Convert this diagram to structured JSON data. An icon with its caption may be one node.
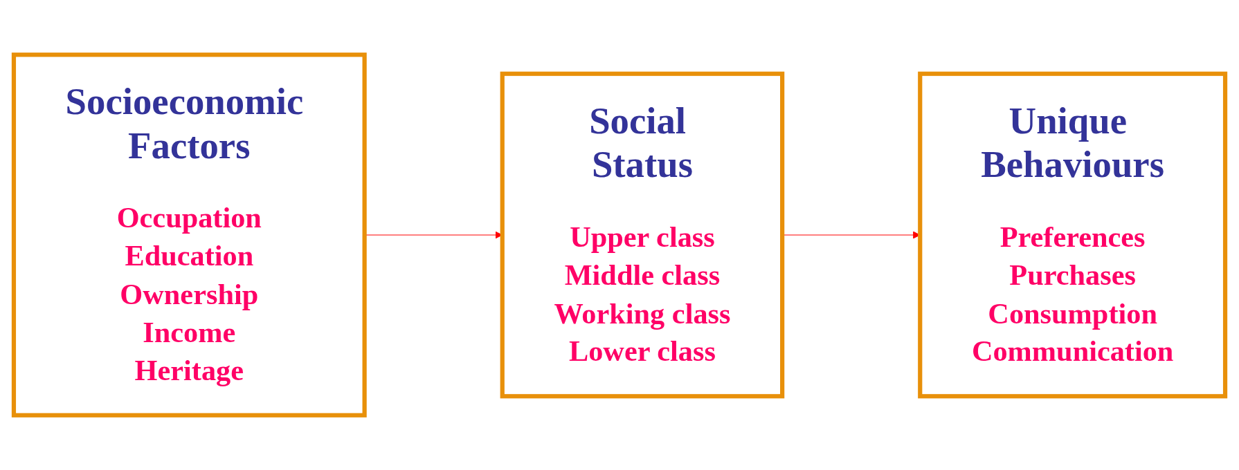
{
  "diagram": {
    "nodes": [
      {
        "text": [
          "Socioeconomic Factors",
          "Occupation",
          "Education",
          "Ownership",
          "Income",
          "Heritage"
        ]
      },
      {
        "text": [
          "Social Status",
          "Upper class",
          "Middle class",
          "Working class",
          "Lower class"
        ]
      },
      {
        "text": [
          "Unique Behaviours",
          "Preferences",
          "Purchases",
          "Consumption",
          "Communication"
        ]
      }
    ],
    "edges": [
      {
        "from": 0,
        "to": 1,
        "arrow": "to",
        "color": "#ff0000"
      },
      {
        "from": 1,
        "to": 2,
        "arrow": "to",
        "color": "#ff0000"
      }
    ]
  }
}
